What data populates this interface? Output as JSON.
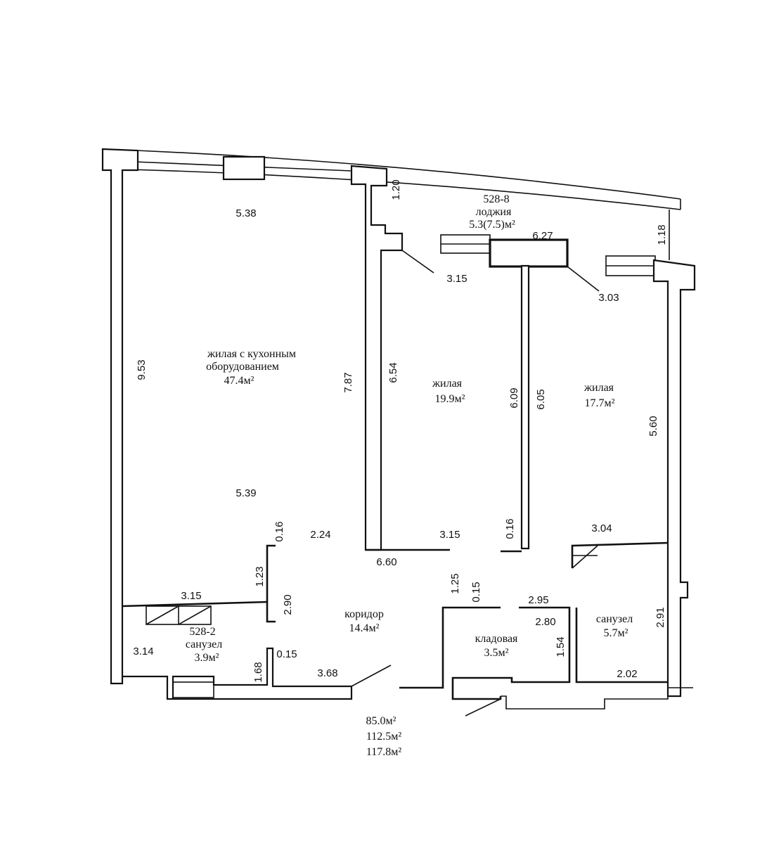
{
  "rooms": {
    "living_kitchen": {
      "name_line1": "жилая с кухонным",
      "name_line2": "оборудованием",
      "area": "47.4м²"
    },
    "loggia": {
      "code": "528-8",
      "name": "лоджия",
      "area": "5.3(7.5)м²"
    },
    "room_center": {
      "name": "жилая",
      "area": "19.9м²"
    },
    "room_right": {
      "name": "жилая",
      "area": "17.7м²"
    },
    "corridor": {
      "name": "коридор",
      "area": "14.4м²"
    },
    "bath_left": {
      "code": "528-2",
      "name": "санузел",
      "area": "3.9м²"
    },
    "storage": {
      "name": "кладовая",
      "area": "3.5м²"
    },
    "bath_right": {
      "name": "санузел",
      "area": "5.7м²"
    }
  },
  "dimensions": {
    "d538": "5.38",
    "d120": "1.20",
    "d627": "6.27",
    "d118": "1.18",
    "d315a": "3.15",
    "d303": "3.03",
    "d953": "9.53",
    "d787": "7.87",
    "d654": "6.54",
    "d609": "6.09",
    "d605": "6.05",
    "d560": "5.60",
    "d539": "5.39",
    "d016a": "0.16",
    "d224": "2.24",
    "d315b": "3.15",
    "d016b": "0.16",
    "d304": "3.04",
    "d660": "6.60",
    "d123": "1.23",
    "d315c": "3.15",
    "d290": "2.90",
    "d125": "1.25",
    "d015a": "0.15",
    "d295": "2.95",
    "d280": "2.80",
    "d291": "2.91",
    "d314": "3.14",
    "d168": "1.68",
    "d015b": "0.15",
    "d368": "3.68",
    "d154": "1.54",
    "d202": "2.02"
  },
  "totals": {
    "t1": "85.0м²",
    "t2": "112.5м²",
    "t3": "117.8м²"
  }
}
